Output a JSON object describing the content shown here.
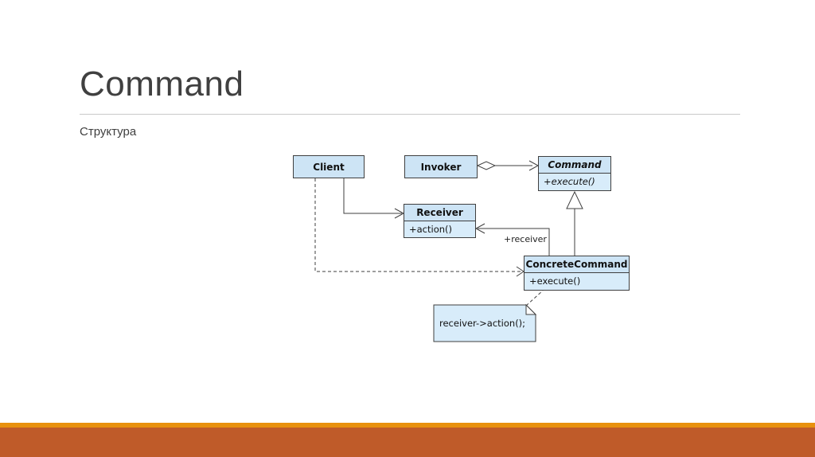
{
  "slide": {
    "title": "Command",
    "subtitle": "Структура"
  },
  "diagram": {
    "classes": [
      {
        "name": "Client",
        "members": []
      },
      {
        "name": "Invoker",
        "members": []
      },
      {
        "name": "Command",
        "members": [
          "+execute()"
        ]
      },
      {
        "name": "Receiver",
        "members": [
          "+action()"
        ]
      },
      {
        "name": "ConcreteCommand",
        "members": [
          "+execute()"
        ]
      }
    ],
    "edge_labels": {
      "receiver_role": "+receiver"
    },
    "note": {
      "text": "receiver->action();"
    },
    "relationships": [
      {
        "from": "Invoker",
        "to": "Command",
        "type": "aggregation"
      },
      {
        "from": "Client",
        "to": "Receiver",
        "type": "association"
      },
      {
        "from": "Client",
        "to": "ConcreteCommand",
        "type": "dependency"
      },
      {
        "from": "ConcreteCommand",
        "to": "Receiver",
        "type": "association",
        "label": "+receiver"
      },
      {
        "from": "ConcreteCommand",
        "to": "Command",
        "type": "inheritance"
      },
      {
        "from": "ConcreteCommand",
        "to": "note",
        "type": "note-attachment"
      }
    ]
  },
  "theme": {
    "accent_gold": "#E8910E",
    "accent_rust": "#BF5B29",
    "title_color": "#404040",
    "box_fill": "#CDE4F5",
    "box_fill_light": "#D8ECFA",
    "line_color": "#3F3F3F"
  }
}
